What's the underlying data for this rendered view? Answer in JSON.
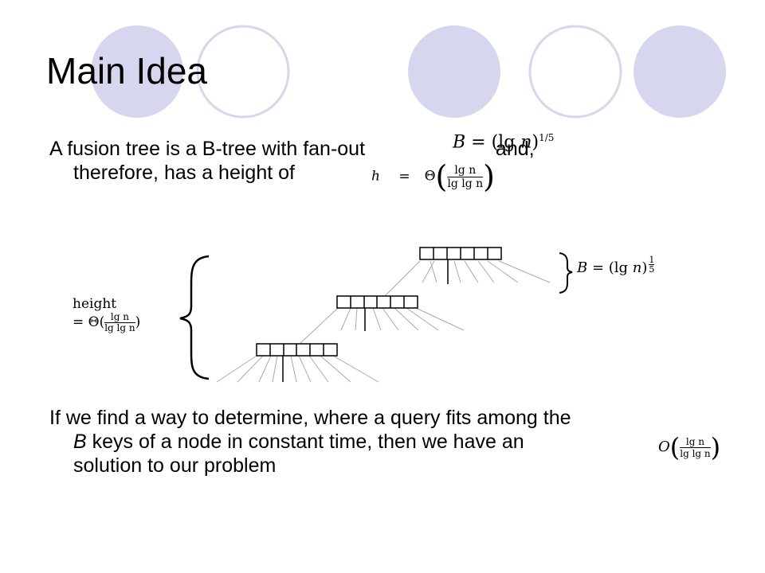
{
  "title": "Main Idea",
  "para1": {
    "line1_prefix": "A fusion tree is a B-tree with fan-out ",
    "line1_suffix": " and,",
    "line2": "therefore, has a height of"
  },
  "formula_fanout": {
    "lhs": "B",
    "eq": " = (lg ",
    "var": "n",
    "close": ")",
    "exp": "1/5"
  },
  "formula_height": {
    "lhs": "h",
    "eq": "=",
    "theta": "Θ",
    "num": "lg n",
    "den": "lg lg n"
  },
  "diagram": {
    "height_word": "height",
    "height_eq": "= Θ(",
    "height_num": "lg n",
    "height_den": "lg lg n",
    "height_close": ")",
    "b_lhs": "B",
    "b_eq": " = (lg ",
    "b_var": "n",
    "b_close": ")",
    "b_exp_num": "1",
    "b_exp_den": "5"
  },
  "para2": {
    "line1": "If we find a way to determine, where a query fits among the",
    "line2_key": "B",
    "line2_rest": " keys of a node in constant time, then we have an",
    "line3": "solution to our problem"
  },
  "formula_bigo": {
    "o": "O",
    "num": "lg n",
    "den": "lg lg n"
  },
  "colors": {
    "circle_fill": "#d6d6ee",
    "circle_stroke": "#d6d6ee"
  }
}
